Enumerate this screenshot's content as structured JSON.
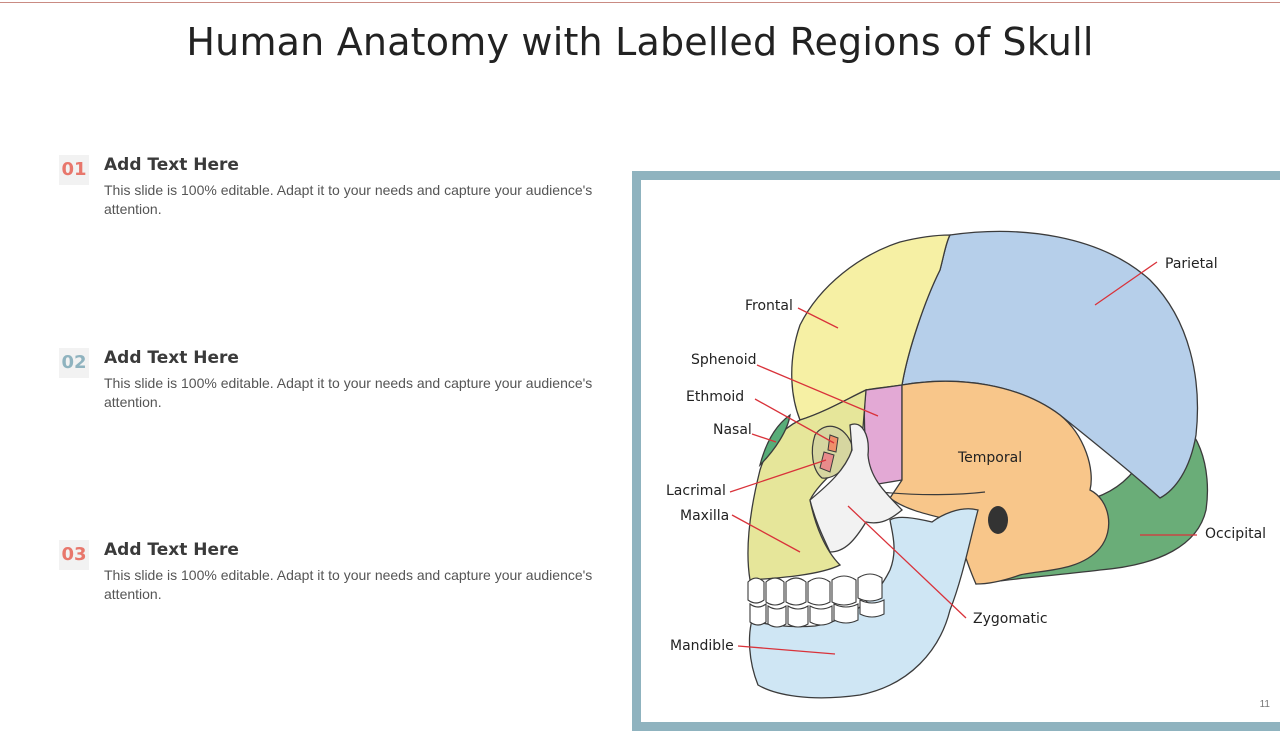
{
  "slide": {
    "title": "Human Anatomy with Labelled Regions of Skull",
    "page_number": "11"
  },
  "items": [
    {
      "number": "01",
      "heading": "Add Text Here",
      "body": "This slide is 100% editable. Adapt it to your needs and capture your audience's attention.",
      "number_color": "#e8776c"
    },
    {
      "number": "02",
      "heading": "Add Text Here",
      "body": "This slide is 100% editable. Adapt it to your needs and capture your audience's attention.",
      "number_color": "#8fb3bf"
    },
    {
      "number": "03",
      "heading": "Add Text Here",
      "body": "This slide is 100% editable. Adapt it to your needs and capture your audience's attention.",
      "number_color": "#e8776c"
    }
  ],
  "skull": {
    "labels": {
      "parietal": "Parietal",
      "frontal": "Frontal",
      "sphenoid": "Sphenoid",
      "ethmoid": "Ethmoid",
      "nasal": "Nasal",
      "temporal": "Temporal",
      "lacrimal": "Lacrimal",
      "maxilla": "Maxilla",
      "occipital": "Occipital",
      "zygomatic": "Zygomatic",
      "mandible": "Mandible"
    },
    "colors": {
      "parietal": "#b6cfea",
      "frontal": "#f6f0a4",
      "sphenoid": "#e3a9d5",
      "temporal": "#f8c68a",
      "occipital": "#6aad78",
      "zygomatic": "#f2f2f2",
      "mandible": "#cfe6f4",
      "maxilla": "#e6e69a",
      "nasal": "#58ad79",
      "leader": "#d9323a",
      "frame": "#8fb3bf"
    }
  }
}
